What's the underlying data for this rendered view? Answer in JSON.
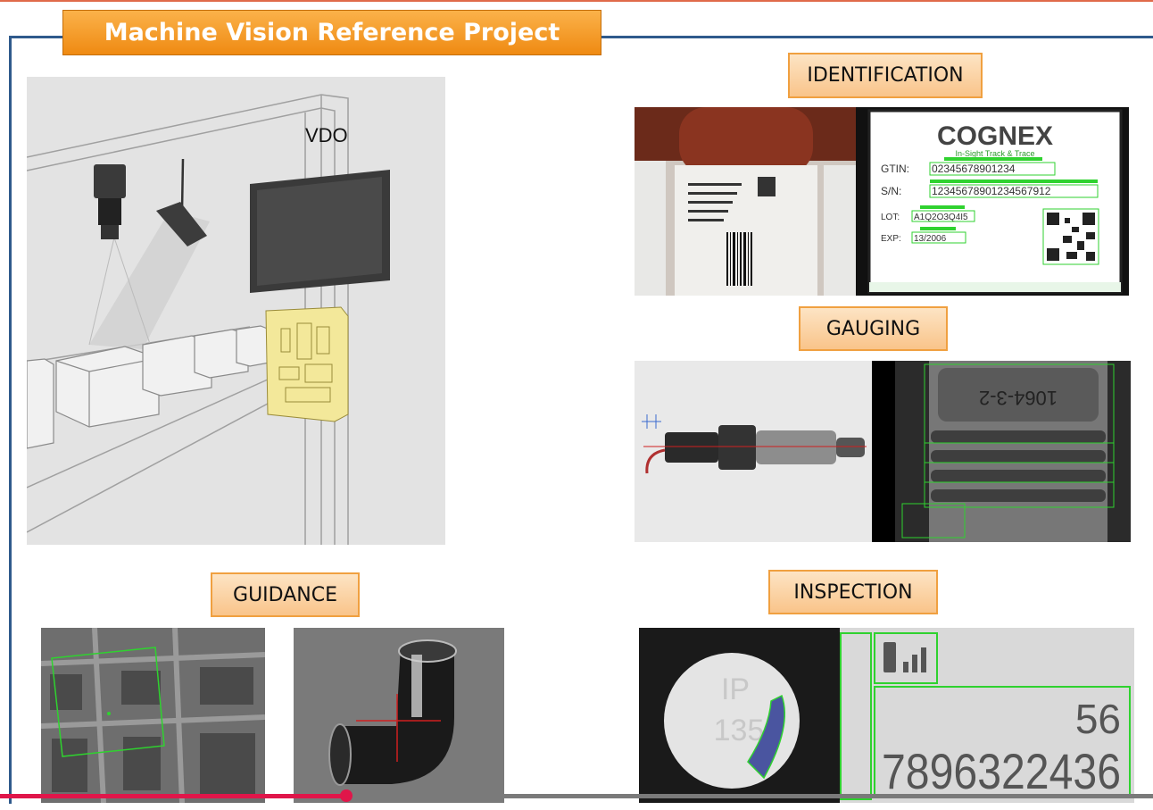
{
  "slide": {
    "title": "Machine Vision Reference Project",
    "scene_label": "VDO"
  },
  "sections": {
    "identification": "IDENTIFICATION",
    "gauging": "GAUGING",
    "guidance": "GUIDANCE",
    "inspection": "INSPECTION"
  },
  "identification_image": {
    "brand": "COGNEX",
    "subtitle": "In-Sight Track & Trace",
    "gtin_label": "GTIN:",
    "gtin_value": "02345678901234",
    "sn_label": "S/N:",
    "sn_value": "12345678901234567912",
    "lot_label": "LOT:",
    "lot_value": "A1Q2O3Q4I5",
    "exp_label": "EXP:",
    "exp_value": "13/2006"
  },
  "gauging_image": {
    "part_text": "1064-3-2"
  },
  "inspection_image": {
    "pill_text_line1": "IP",
    "pill_text_line2": "135",
    "display_small": "56",
    "display_large": "7896322436"
  },
  "video": {
    "progress": 0.3
  },
  "colors": {
    "accent_orange": "#ef8a12",
    "frame_blue": "#2f5a8c",
    "progress_red": "#e0164a",
    "overlay_green": "#2fd22f"
  }
}
